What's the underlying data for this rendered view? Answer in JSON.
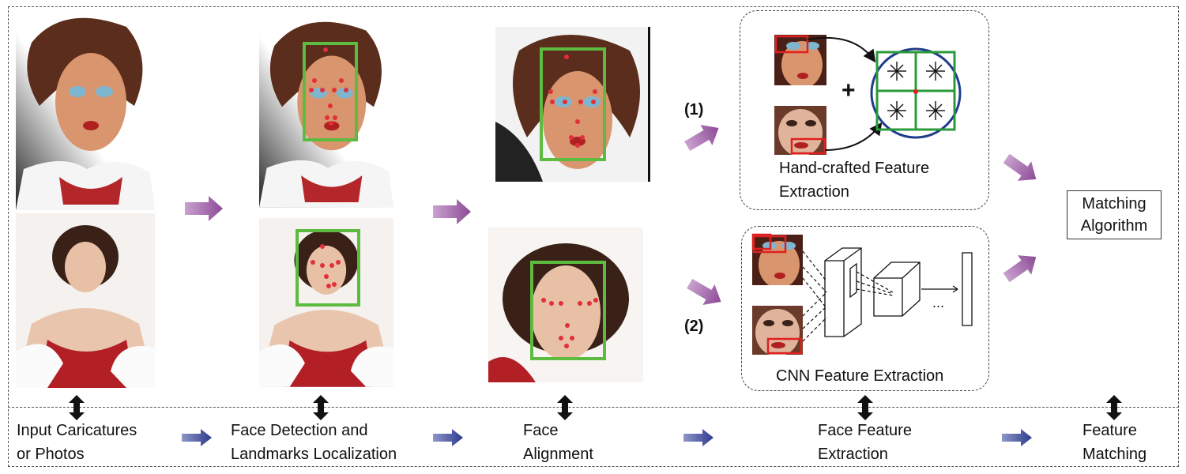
{
  "numbers": {
    "one": "(1)",
    "two": "(2)"
  },
  "boxes": {
    "handcrafted_line1": "Hand-crafted Feature",
    "handcrafted_line2": "Extraction",
    "cnn": "CNN Feature Extraction",
    "plus": "+",
    "ellipsis": "...",
    "matching_line1": "Matching",
    "matching_line2": "Algorithm"
  },
  "stages": [
    {
      "line1": "Input Caricatures",
      "line2": "or Photos"
    },
    {
      "line1": "Face Detection and",
      "line2": "Landmarks Localization"
    },
    {
      "line1": "Face",
      "line2": "Alignment"
    },
    {
      "line1": "Face Feature",
      "line2": "Extraction"
    },
    {
      "line1": "Feature",
      "line2": "Matching"
    }
  ],
  "colors": {
    "flow_arrow": "#a05aa8",
    "stage_arrow": "#2e3a8c",
    "detection_box": "#5dbb3f",
    "landmark": "#e0303a",
    "patch_box": "#e02020",
    "descriptor_circle": "#1f3d8c",
    "double_arrow": "#111111"
  }
}
